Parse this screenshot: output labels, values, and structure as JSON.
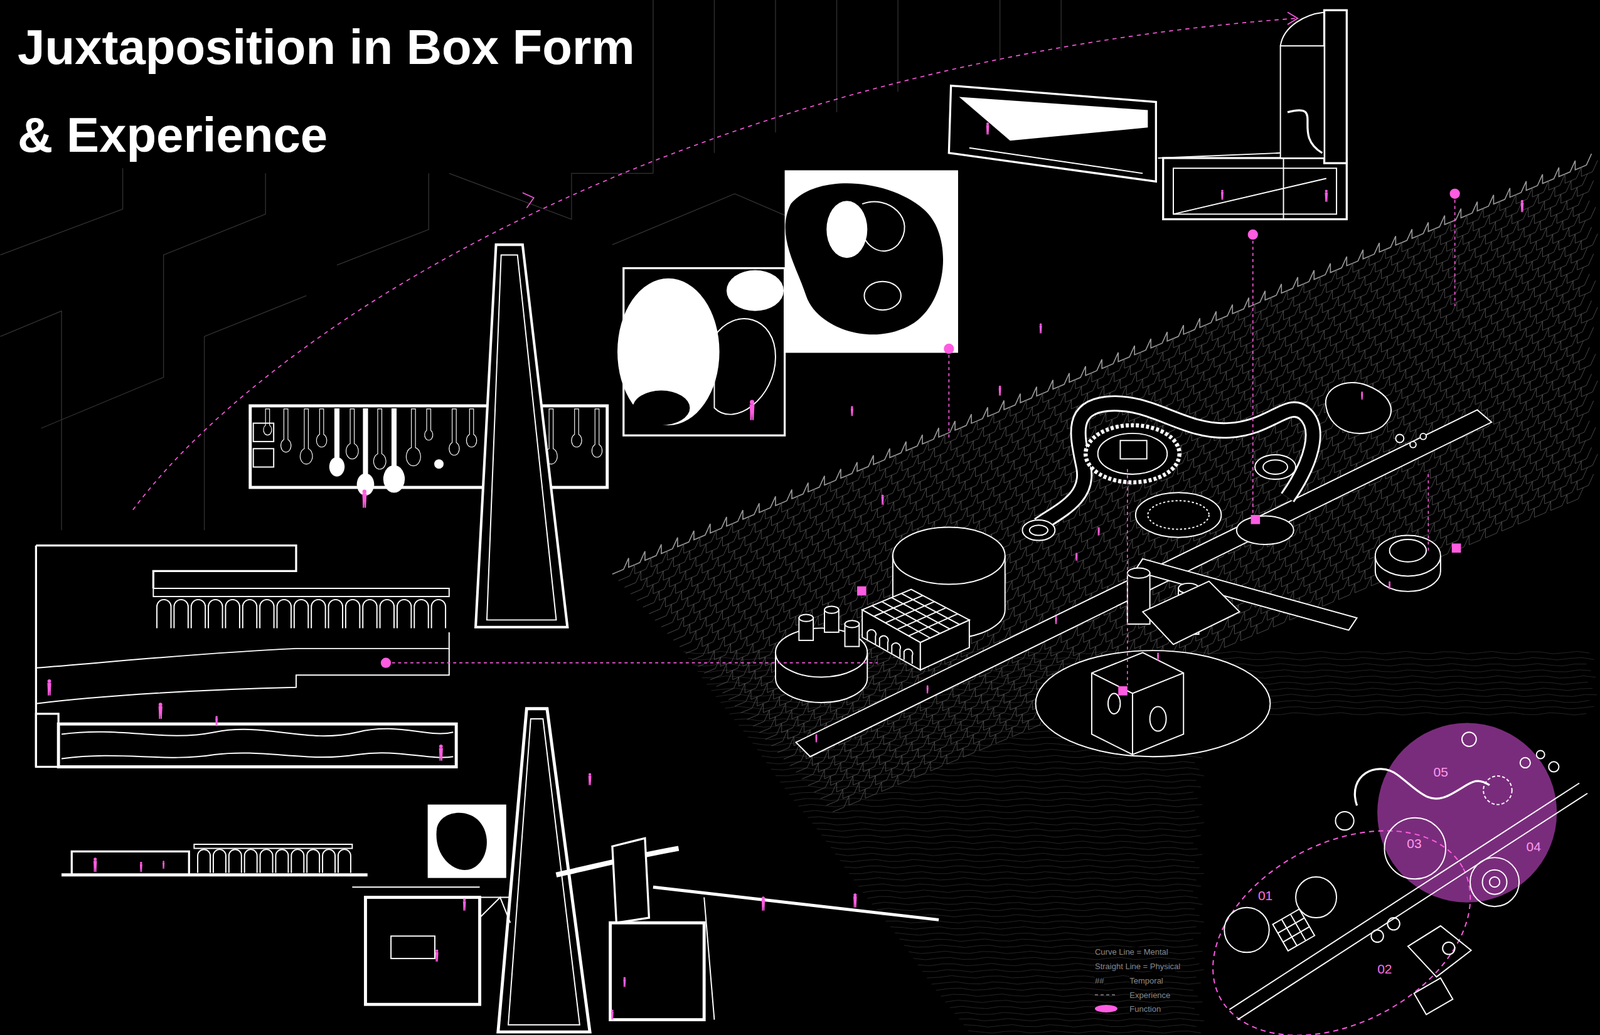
{
  "diagram": {
    "title": "Juxtaposition in Box Form & Experience",
    "labels": [
      "01",
      "02",
      "03",
      "04",
      "05",
      "##"
    ],
    "legend": [
      {
        "text": "Curve Line = Mental"
      },
      {
        "text": "Straight Line = Physical"
      },
      {
        "text": "Temporal"
      },
      {
        "text": "Experience"
      },
      {
        "text": "Function",
        "color": "#ff5ce1"
      }
    ]
  }
}
